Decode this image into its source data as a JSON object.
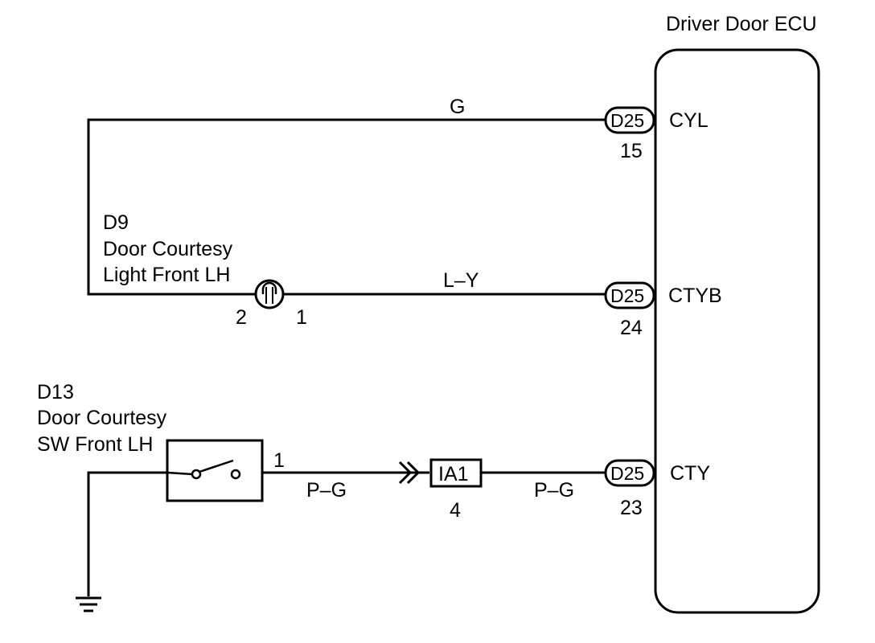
{
  "ecu": {
    "title": "Driver Door ECU"
  },
  "circuits": [
    {
      "connector": "D25",
      "pin": "15",
      "terminal": "CYL",
      "wire_color": "G"
    },
    {
      "connector": "D25",
      "pin": "24",
      "terminal": "CTYB",
      "wire_color": "L–Y"
    },
    {
      "connector": "D25",
      "pin": "23",
      "terminal": "CTY",
      "wire_color": "P–G"
    }
  ],
  "light": {
    "code": "D9",
    "name_line1": "Door Courtesy",
    "name_line2": "Light Front LH",
    "pin_left": "2",
    "pin_right": "1"
  },
  "switch": {
    "code": "D13",
    "name_line1": "Door Courtesy",
    "name_line2": "SW Front LH",
    "pin": "1",
    "wire_color": "P–G"
  },
  "junction": {
    "code": "IA1",
    "pin": "4"
  }
}
